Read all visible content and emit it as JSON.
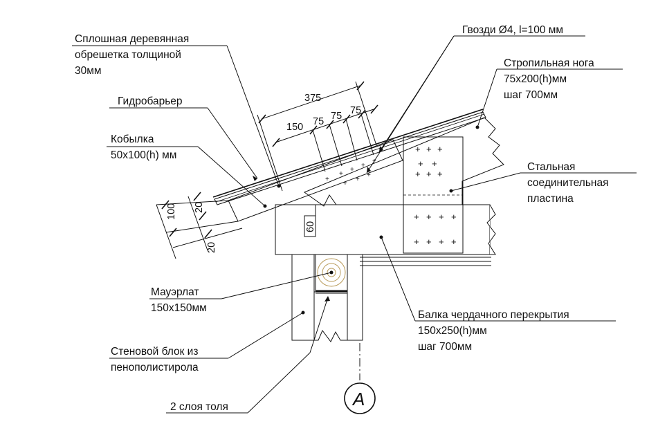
{
  "labels": {
    "sheathing_1": "Сплошная деревянная",
    "sheathing_2": "обрешетка толщиной",
    "sheathing_3": "30мм",
    "nails": "Гвозди Ø4, l=100 мм",
    "rafter_1": "Стропильная нога",
    "rafter_2": "75x200(h)мм",
    "rafter_3": "шаг 700мм",
    "hydrobarrier": "Гидробарьер",
    "kobylka_1": "Кобылка",
    "kobylka_2": "50x100(h) мм",
    "plate_1": "Стальная",
    "plate_2": "соединительная",
    "plate_3": "пластина",
    "mauerlat_1": "Мауэрлат",
    "mauerlat_2": "150x150мм",
    "beam_1": "Балка чердачного перекрытия",
    "beam_2": "150x250(h)мм",
    "beam_3": "шаг 700мм",
    "wallblock_1": "Стеновой блок из",
    "wallblock_2": "пенополистирола",
    "tol": "2 слоя толя"
  },
  "dimensions": {
    "total": "375",
    "d1": "150",
    "d2": "75",
    "d3": "75",
    "d4": "75",
    "h100": "100",
    "h20a": "20",
    "h20b": "20",
    "d60": "60"
  },
  "axis_marker": "А",
  "colors": {
    "wood": "#e9d8a6",
    "wood_grain": "#b99c5a",
    "board": "#c9c07a",
    "plate": "#ffffff",
    "concrete": "#f2f2f2",
    "line": "#111111"
  }
}
